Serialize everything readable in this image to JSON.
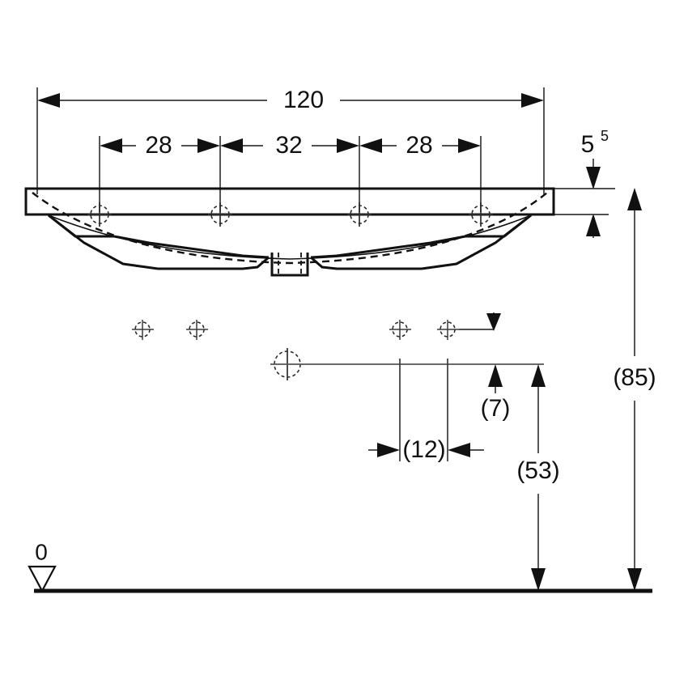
{
  "drawing": {
    "title": "Washbasin dimensional drawing",
    "units_note": "",
    "line_color": "#111111",
    "dim_color": "#3a3a3a",
    "background": "#ffffff"
  },
  "dimensions": {
    "overall_width": {
      "label": "120",
      "name": "overall-width-dimension",
      "orientation": "horizontal"
    },
    "segment_left": {
      "label": "28",
      "name": "left-segment-dimension",
      "orientation": "horizontal"
    },
    "segment_center": {
      "label": "32",
      "name": "center-segment-dimension",
      "orientation": "horizontal"
    },
    "segment_right": {
      "label": "28",
      "name": "right-segment-dimension",
      "orientation": "horizontal"
    },
    "rim_thickness": {
      "label": "5",
      "superscript": "5",
      "name": "rim-thickness-dimension",
      "orientation": "vertical"
    },
    "projection_depth": {
      "label": "(12)",
      "name": "projection-depth-dimension",
      "orientation": "horizontal"
    },
    "drop_height": {
      "label": "(7)",
      "name": "drop-height-dimension",
      "orientation": "vertical"
    },
    "mid_height": {
      "label": "(53)",
      "name": "mid-height-dimension",
      "orientation": "vertical"
    },
    "total_height": {
      "label": "(85)",
      "name": "total-height-dimension",
      "orientation": "vertical"
    }
  },
  "datum": {
    "label": "0",
    "name": "floor-datum-marker",
    "symbol": "inverted-triangle"
  },
  "chart_data": {
    "type": "table",
    "title": "Washbasin dimensional drawing",
    "annotations": [
      {
        "label": "120",
        "kind": "horizontal",
        "span_from": 46,
        "span_to": 672
      },
      {
        "label": "28",
        "kind": "horizontal",
        "span_from": 123,
        "span_to": 272
      },
      {
        "label": "32",
        "kind": "horizontal",
        "span_from": 272,
        "span_to": 444
      },
      {
        "label": "28",
        "kind": "horizontal",
        "span_from": 444,
        "span_to": 594
      },
      {
        "label": "5",
        "kind": "vertical",
        "superscript": "5"
      },
      {
        "label": "(12)",
        "kind": "horizontal",
        "span_from": 494,
        "span_to": 553
      },
      {
        "label": "(7)",
        "kind": "vertical",
        "span_from": 404,
        "span_to": 450
      },
      {
        "label": "(53)",
        "kind": "vertical",
        "span_from": 450,
        "span_to": 730
      },
      {
        "label": "(85)",
        "kind": "vertical",
        "span_from": 232,
        "span_to": 730
      },
      {
        "label": "0",
        "kind": "datum"
      }
    ]
  }
}
